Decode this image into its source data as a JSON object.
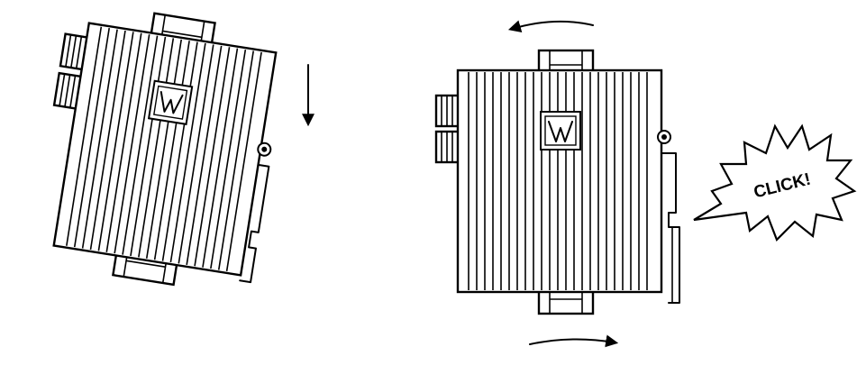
{
  "diagram": {
    "callout": {
      "text": "CLICK!"
    },
    "logo": {
      "glyph": "W"
    },
    "colors": {
      "ink": "#000000",
      "background": "#ffffff",
      "body": "#ffffff"
    },
    "steps": [
      {
        "device": "tilted-device",
        "motion_icons": [
          "arrow-down-icon"
        ]
      },
      {
        "device": "upright-device",
        "motion_icons": [
          "arrow-left-icon",
          "arrow-right-icon",
          "click-burst-icon"
        ]
      }
    ]
  }
}
